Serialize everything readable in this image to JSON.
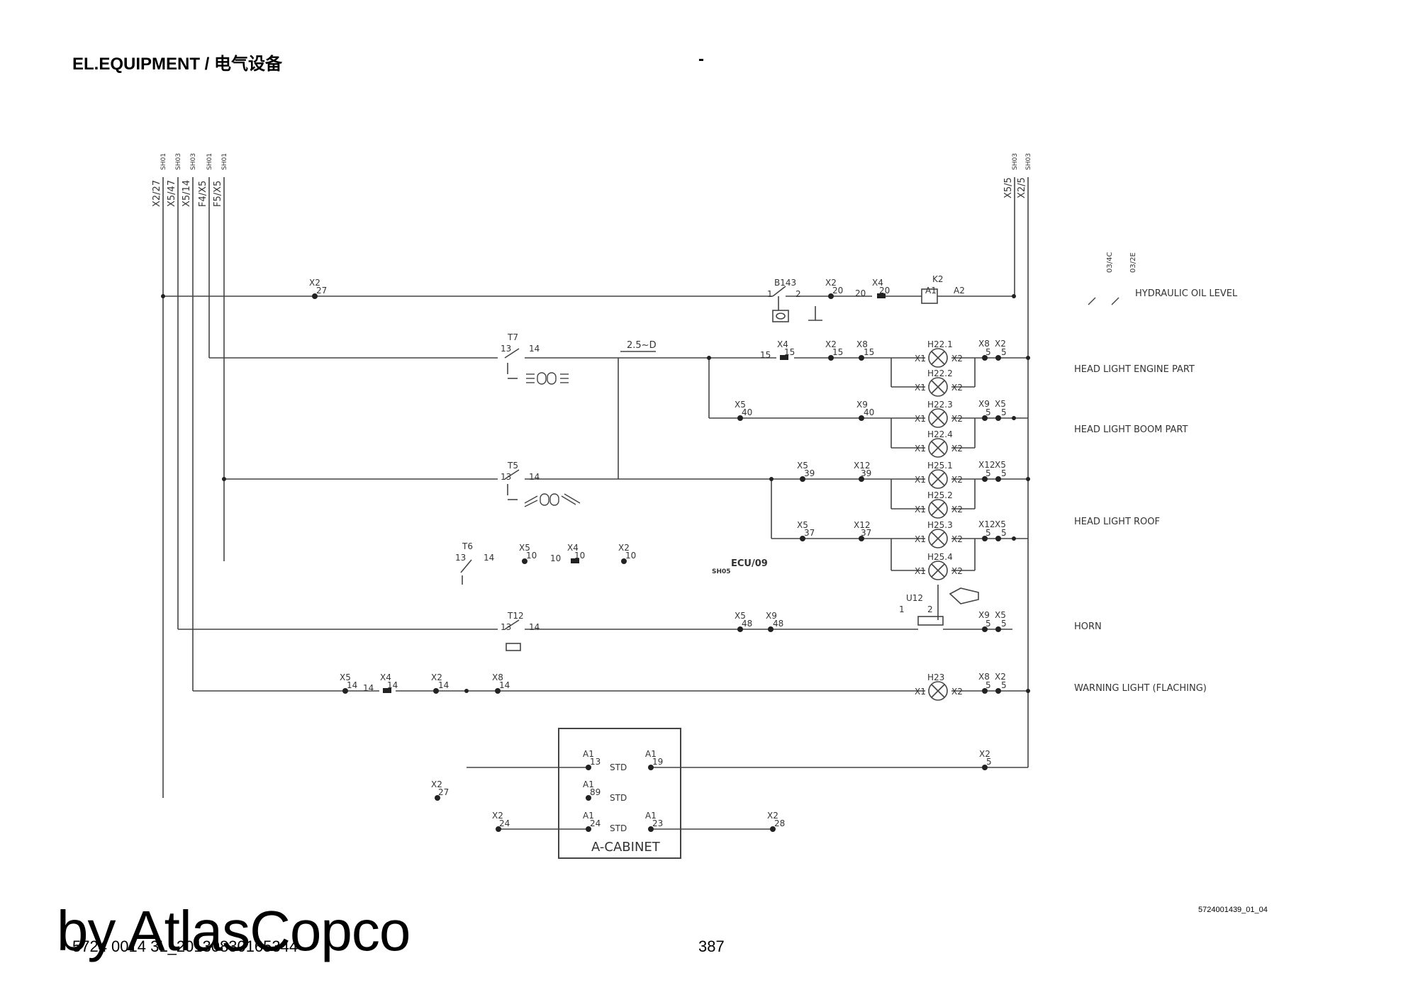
{
  "header": {
    "title": "EL.EQUIPMENT / 电气设备",
    "dash": "-"
  },
  "footer": {
    "doc_number": "5724 0014 3L_20130830165344",
    "page_number": "387",
    "drawing_id": "5724001439_01_04"
  },
  "watermark": "by AtlasCopco",
  "diagram": {
    "left_buses": [
      {
        "id": "b1",
        "label": "X2/27",
        "ref": "SH01"
      },
      {
        "id": "b2",
        "label": "X5/47",
        "ref": "SH03"
      },
      {
        "id": "b3",
        "label": "X5/14",
        "ref": "SH03"
      },
      {
        "id": "b4",
        "label": "F4/X5",
        "ref": "SH01"
      },
      {
        "id": "b5",
        "label": "F5/X5",
        "ref": "SH01"
      }
    ],
    "right_buses": [
      {
        "id": "r1",
        "label": "X5/5",
        "ref": "SH03"
      },
      {
        "id": "r2",
        "label": "X2/5",
        "ref": "SH03"
      }
    ],
    "row_labels": {
      "hydraulic": "HYDRAULIC OIL LEVEL",
      "hl_engine": "HEAD LIGHT ENGINE PART",
      "hl_boom": "HEAD LIGHT BOOM PART",
      "hl_roof": "HEAD LIGHT ROOF",
      "horn": "HORN",
      "warning": "WARNING LIGHT (FLACHING)"
    },
    "contact_refs": {
      "c1": "03/4C",
      "c2": "03/2E"
    },
    "cabinet": {
      "label": "A-CABINET",
      "std": "STD"
    },
    "ecu": {
      "ref": "SH05",
      "name": "ECU/09"
    },
    "cable": "2.5~D",
    "terminals": [
      {
        "id": "x2-27-top",
        "name": "X2",
        "pin": "27"
      },
      {
        "id": "b143",
        "name": "B143",
        "pin1": "1",
        "pin2": "2"
      },
      {
        "id": "x2-20",
        "name": "X2",
        "pin": "20"
      },
      {
        "id": "x4-20",
        "name": "X4",
        "pin": "20",
        "pin_in": "20"
      },
      {
        "id": "k2",
        "name": "K2",
        "pin1": "A1",
        "pin2": "A2"
      },
      {
        "id": "t7",
        "name": "T7",
        "pin1": "13",
        "pin2": "14"
      },
      {
        "id": "x4-15",
        "name": "X4",
        "pin": "15",
        "pin_in": "15"
      },
      {
        "id": "x2-15",
        "name": "X2",
        "pin": "15"
      },
      {
        "id": "x8-15",
        "name": "X8",
        "pin": "15"
      },
      {
        "id": "x5-40",
        "name": "X5",
        "pin": "40"
      },
      {
        "id": "x9-40",
        "name": "X9",
        "pin": "40"
      },
      {
        "id": "t5",
        "name": "T5",
        "pin1": "13",
        "pin2": "14"
      },
      {
        "id": "x5-39",
        "name": "X5",
        "pin": "39"
      },
      {
        "id": "x12-39",
        "name": "X12",
        "pin": "39"
      },
      {
        "id": "x5-37",
        "name": "X5",
        "pin": "37"
      },
      {
        "id": "x12-37",
        "name": "X12",
        "pin": "37"
      },
      {
        "id": "t6",
        "name": "T6",
        "pin1": "13",
        "pin2": "14"
      },
      {
        "id": "x5-10",
        "name": "X5",
        "pin": "10"
      },
      {
        "id": "x4-10",
        "name": "X4",
        "pin": "10",
        "pin_in": "10"
      },
      {
        "id": "x2-10",
        "name": "X2",
        "pin": "10"
      },
      {
        "id": "t12",
        "name": "T12",
        "pin1": "13",
        "pin2": "14"
      },
      {
        "id": "x5-48",
        "name": "X5",
        "pin": "48"
      },
      {
        "id": "x9-48",
        "name": "X9",
        "pin": "48"
      },
      {
        "id": "u12",
        "name": "U12",
        "pin1": "1",
        "pin2": "2"
      },
      {
        "id": "x5-14",
        "name": "X5",
        "pin": "14"
      },
      {
        "id": "x4-14",
        "name": "X4",
        "pin": "14",
        "pin_in": "14"
      },
      {
        "id": "x2-14",
        "name": "X2",
        "pin": "14"
      },
      {
        "id": "x8-14",
        "name": "X8",
        "pin": "14"
      },
      {
        "id": "a1-13",
        "name": "A1",
        "pin": "13"
      },
      {
        "id": "a1-19",
        "name": "A1",
        "pin": "19"
      },
      {
        "id": "a1-89",
        "name": "A1",
        "pin": "89"
      },
      {
        "id": "a1-24",
        "name": "A1",
        "pin": "24"
      },
      {
        "id": "a1-23",
        "name": "A1",
        "pin": "23"
      },
      {
        "id": "x2-27-bot",
        "name": "X2",
        "pin": "27"
      },
      {
        "id": "x2-24",
        "name": "X2",
        "pin": "24"
      },
      {
        "id": "x2-28",
        "name": "X2",
        "pin": "28"
      },
      {
        "id": "x2-5-bot",
        "name": "X2",
        "pin": "5"
      }
    ],
    "lamps": [
      {
        "id": "h22-1",
        "name": "H22.1"
      },
      {
        "id": "h22-2",
        "name": "H22.2"
      },
      {
        "id": "h22-3",
        "name": "H22.3"
      },
      {
        "id": "h22-4",
        "name": "H22.4"
      },
      {
        "id": "h25-1",
        "name": "H25.1"
      },
      {
        "id": "h25-2",
        "name": "H25.2"
      },
      {
        "id": "h25-3",
        "name": "H25.3"
      },
      {
        "id": "h25-4",
        "name": "H25.4"
      },
      {
        "id": "h23",
        "name": "H23"
      }
    ],
    "lamp_pins": {
      "p1": "X1",
      "p2": "X2"
    },
    "end_terminals": [
      {
        "id": "e1",
        "a": "X8",
        "b": "X2",
        "pin": "5"
      },
      {
        "id": "e2",
        "a": "X9",
        "b": "X5",
        "pin": "5"
      },
      {
        "id": "e3",
        "a": "X12",
        "b": "X5",
        "pin": "5"
      },
      {
        "id": "e4",
        "a": "X12",
        "b": "X5",
        "pin": "5"
      },
      {
        "id": "e5",
        "a": "X9",
        "b": "X5",
        "pin": "5"
      },
      {
        "id": "e6",
        "a": "X8",
        "b": "X2",
        "pin": "5"
      }
    ]
  }
}
